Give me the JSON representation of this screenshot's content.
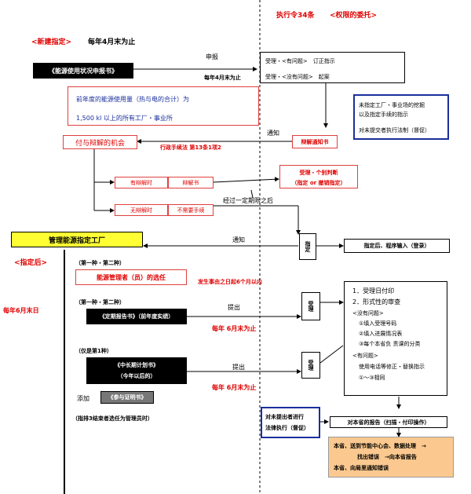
{
  "header": {
    "rule": "执行令34条",
    "delegation": "<权限的委托>"
  },
  "new_designation": {
    "tag": "<新建指定>",
    "deadline": "每年4月末为止"
  },
  "energy_report": {
    "label": "《能源使用状况申报书》",
    "submit": "申报",
    "deadline": "每年4月末为止",
    "condition_line1": "前年度的能源使用量（热与电的合计）为",
    "condition_line2": "1,500 kl 以上的所有工厂・事业所"
  },
  "acceptance": {
    "issue": "受理・<有问题>　订正指示",
    "no_issue": "受理・<没有问题>　起案"
  },
  "blue_note_1": {
    "line1": "未指定工厂・事业场的挖掘",
    "line2": "以及指定手续的指示",
    "line3": "对未提交者执行法制（督促）"
  },
  "notification_1": "通知",
  "hearing_notice": "辩解通知书",
  "opportunity": "付与辩解的机会",
  "admin_law": "行政手续法 第13条1项2",
  "with_defense": {
    "label": "有辩解时",
    "doc": "辩解书"
  },
  "without_defense": {
    "label": "无辩解时",
    "doc": "不需要手续"
  },
  "individual": {
    "line1": "受理・个别判断",
    "line2": "（指定 or 撤销指定）"
  },
  "after_period": "经过一定期限之后",
  "designated_factory": "管理能源指定工厂",
  "notification_2": "通知",
  "designation_box": "指定",
  "after_designation": "指定后、程序输入（登录）",
  "after_tag": "<指定后>",
  "annual": "每年6月末日",
  "cat1": "（第一种・第二种）",
  "manager": "能源管理者（员）的选任",
  "manager_deadline": "发生事由之日起6个月以内",
  "cat2": "（第一种・第二种）",
  "periodic_report": "《定期报告书》（前年度实绩）",
  "submit_2": "提出",
  "deadline_2": "每年 6月末为止",
  "accept_1": "受理",
  "cat3": "（仅是第1种）",
  "midlong_line1": "《中长期计划书》",
  "midlong_line2": "（今年以后的）",
  "submit_3": "提出",
  "deadline_3": "每年 6月末为止",
  "accept_2": "受理",
  "attach": "添加",
  "attach_doc": "《参与证明书》",
  "note_bottom": "（指排3结束者选任为管理员时）",
  "checklist": {
    "l1": "1．受理日付印",
    "l2": "2．形式性的审查",
    "l3": "<没有问题>",
    "l4": "①填入受理号码",
    "l5": "②填入进展情况表",
    "l6": "③每个本省负 责课的分类",
    "l7": "<有问题>",
    "l8": "使用电话等修正・替换指示",
    "l9": "①～③相同"
  },
  "blue_note_2": {
    "line1": "对未提出者进行",
    "line2": "法律执行（督促）"
  },
  "report_to_ministry": "对本省的报告（扫描・付印操作）",
  "orange": {
    "line1": "本省、送到节能中心会、数据处理　→",
    "line2": "找出错误　→向本省报告",
    "line3": "本省、向局里通知错误"
  }
}
